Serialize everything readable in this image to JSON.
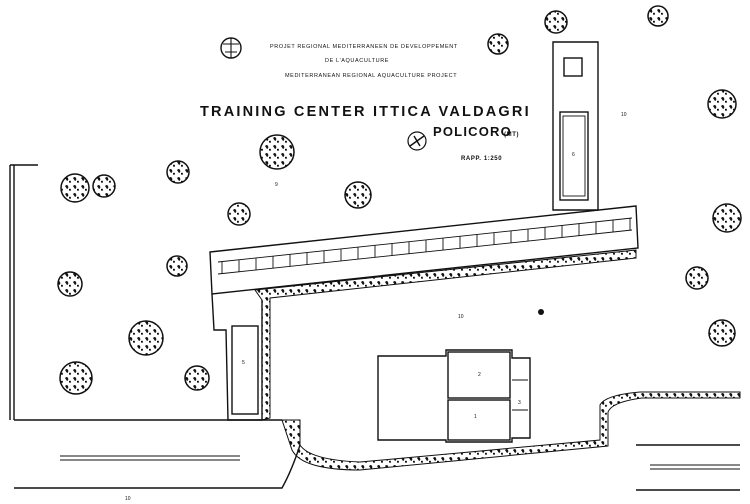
{
  "header": {
    "line1": "PROJET REGIONAL MEDITERRANEEN DE DEVELOPPEMENT",
    "line2": "DE L'AQUACULTURE",
    "line3": "MEDITERRANEAN REGIONAL AQUACULTURE PROJECT"
  },
  "title": "TRAINING CENTER ITTICA VALDAGRI",
  "place": "POLICORO",
  "province": "(MT)",
  "scale": "RAPP. 1:250",
  "labels": {
    "area_10_right": "10",
    "area_10_center": "10",
    "area_10_bottom": "10",
    "building_6": "6",
    "building_2": "2",
    "building_1": "1",
    "building_3": "3",
    "building_5": "5",
    "tree_9": "9"
  }
}
